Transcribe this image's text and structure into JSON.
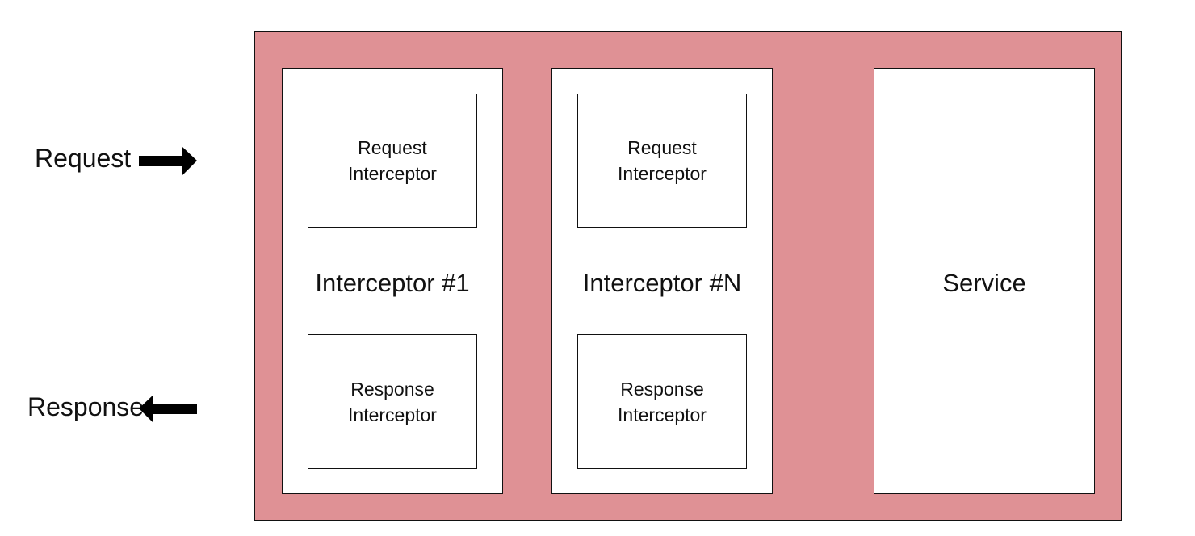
{
  "colors": {
    "container_fill": "#df9195",
    "box_fill": "#ffffff",
    "stroke": "#111111"
  },
  "labels": {
    "request": "Request",
    "response": "Response"
  },
  "interceptors": [
    {
      "title": "Interceptor #1",
      "request_box": "Request\nInterceptor",
      "response_box": "Response\nInterceptor"
    },
    {
      "title": "Interceptor #N",
      "request_box": "Request\nInterceptor",
      "response_box": "Response\nInterceptor"
    }
  ],
  "service": {
    "label": "Service"
  },
  "icons": {
    "request_arrow": "arrow-right-icon",
    "response_arrow": "arrow-left-icon"
  }
}
